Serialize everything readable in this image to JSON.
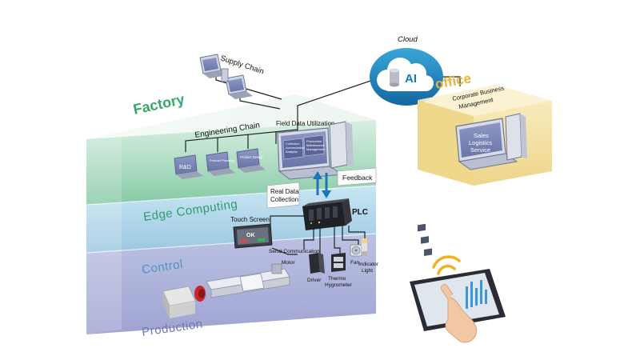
{
  "cloud": {
    "label": "Cloud",
    "ai_label": "AI"
  },
  "office": {
    "title": "office",
    "corporate_line1": "Corporate Business",
    "corporate_line2": "Management",
    "screen_line1": "Sales",
    "screen_line2": "Logistics",
    "screen_line3": "Service"
  },
  "factory": {
    "title": "Factory",
    "supply_chain": "Supply Chain",
    "engineering_chain": "Engineering Chain",
    "field_data": "Field Data Utilization",
    "rnd": "R&D",
    "product_planning": "Product Planning",
    "product_design": "Product Design",
    "monitor_left": [
      "Collection",
      "Accumulation",
      "Analysis"
    ],
    "monitor_right": [
      "Production",
      "Maintenance",
      "Management"
    ]
  },
  "layers": {
    "edge": "Edge Computing",
    "control": "Control",
    "production": "Production"
  },
  "devices": {
    "real_data_line1": "Real Data",
    "real_data_line2": "Collection",
    "feedback": "Feedback",
    "plc": "PLC",
    "touch_screen": "Touch Screen",
    "touch_ok": "OK",
    "serial_comm": "Serial Communication",
    "motor": "Motor",
    "driver": "Driver",
    "thermo_line1": "Thermo",
    "thermo_line2": "Hygrometer",
    "fan": "Fan",
    "indicator_line1": "Indicator",
    "indicator_line2": "Light"
  },
  "colors": {
    "factory_green": "#37a66a",
    "edge_green": "#8ecfae",
    "control_blue": "#a7d3e8",
    "production_purple": "#a9aed6",
    "cloud_blue": "#1e8bc3",
    "office_gold": "#e8b63a",
    "office_box": "#f6e3a3"
  }
}
